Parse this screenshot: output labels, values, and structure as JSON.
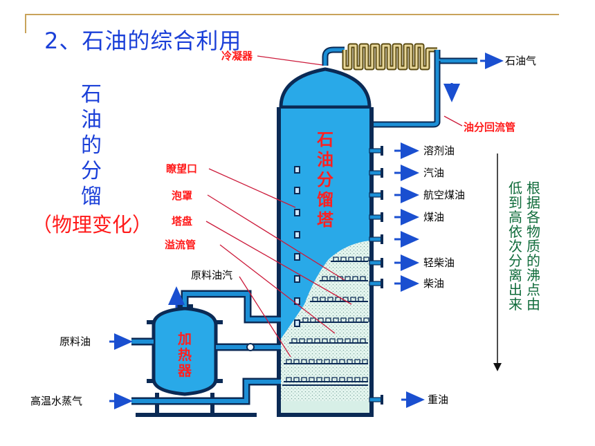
{
  "title": "2、石油的综合利用",
  "side_title": [
    "石",
    "油",
    "的",
    "分",
    "馏"
  ],
  "change_note": "（物理变化）",
  "principle_col1": [
    "根",
    "据",
    "各",
    "物",
    "质",
    "的",
    "沸",
    "点",
    "由"
  ],
  "principle_col2": [
    "低",
    "到",
    "高",
    "依",
    "次",
    "分",
    "离",
    "出",
    "来"
  ],
  "tower_label": [
    "石",
    "油",
    "分",
    "馏",
    "塔"
  ],
  "heater_label": [
    "加",
    "热",
    "器"
  ],
  "parts": {
    "condenser": "冷凝器",
    "reflux_pipe": "油分回流管",
    "sight_glass": "瞭望口",
    "bubble_cap": "泡罩",
    "tray": "塔盘",
    "overflow_pipe": "溢流管"
  },
  "inputs": {
    "feed_vapor": "原料油汽",
    "crude_oil": "原料油",
    "steam": "高温水蒸气"
  },
  "products": {
    "petroleum_gas": "石油气",
    "solvent_oil": "溶剂油",
    "gasoline": "汽油",
    "jet_fuel": "航空煤油",
    "kerosene": "煤油",
    "unnamed": "",
    "light_diesel": "轻柴油",
    "diesel": "柴油",
    "heavy_oil": "重油"
  },
  "colors": {
    "pipe": "#1c8fd6",
    "vessel": "#29a9e8",
    "outline": "#0b2a55",
    "arrow": "#1a4fd0",
    "part_label": "#ff1a1a",
    "pointer_line": "#cc1a3a"
  }
}
